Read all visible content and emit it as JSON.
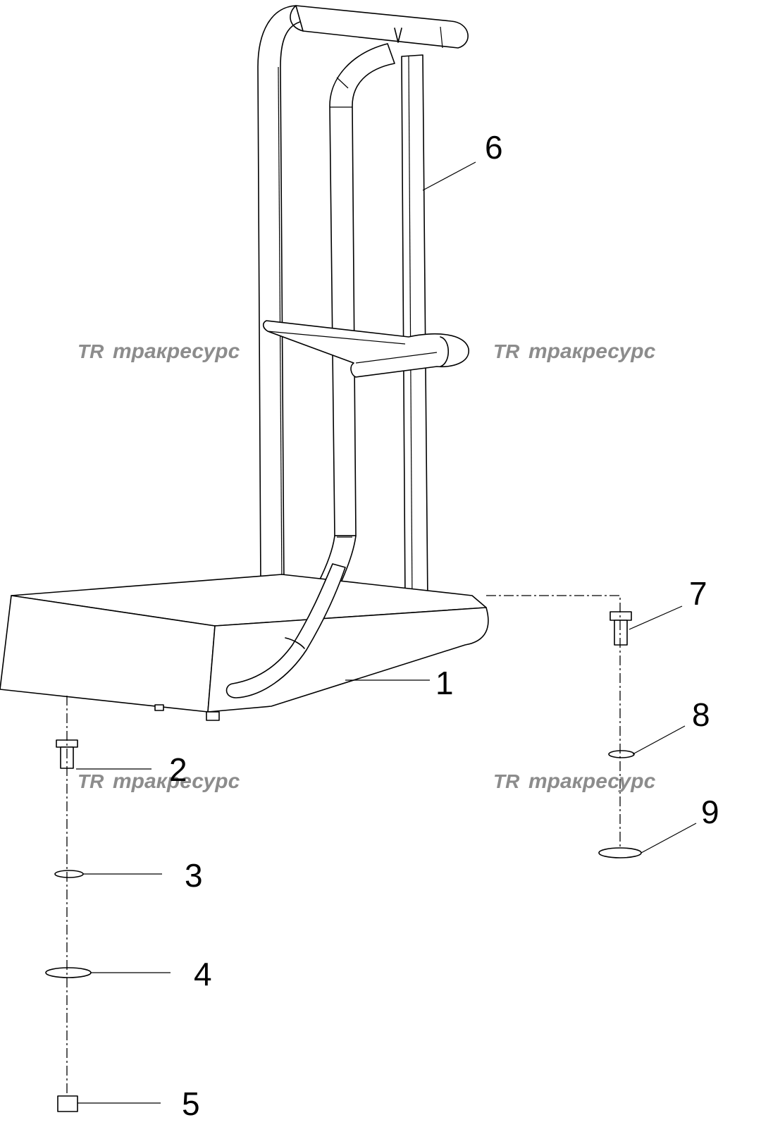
{
  "callouts": [
    {
      "id": "c1",
      "text": "1"
    },
    {
      "id": "c2",
      "text": "2"
    },
    {
      "id": "c3",
      "text": "3"
    },
    {
      "id": "c4",
      "text": "4"
    },
    {
      "id": "c5",
      "text": "5"
    },
    {
      "id": "c6",
      "text": "6"
    },
    {
      "id": "c7",
      "text": "7"
    },
    {
      "id": "c8",
      "text": "8"
    },
    {
      "id": "c9",
      "text": "9"
    }
  ],
  "watermark": {
    "logo": "TR",
    "text": "тракресурс"
  }
}
